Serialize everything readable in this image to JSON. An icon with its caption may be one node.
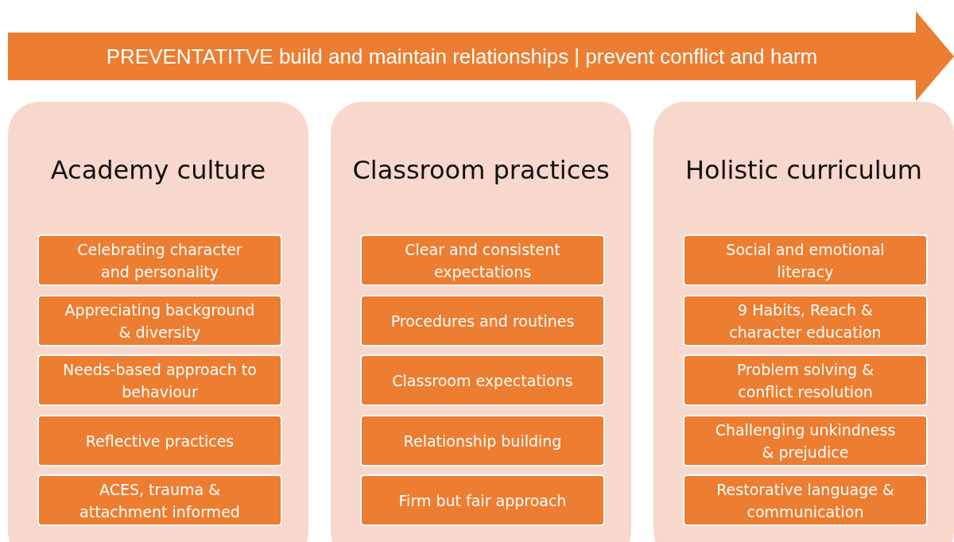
{
  "diagram": {
    "nodes": [
      {
        "text": [
          "PREVENTATITVE build and maintain relationships | prevent conflict and harm"
        ]
      },
      {
        "text": [
          "Academy culture"
        ]
      },
      {
        "text": [
          "Celebrating character and personality"
        ],
        "in": 1
      },
      {
        "text": [
          "Appreciating background & diversity"
        ],
        "in": 1
      },
      {
        "text": [
          "Needs-based approach to behaviour"
        ],
        "in": 1
      },
      {
        "text": [
          "Reflective practices"
        ],
        "in": 1
      },
      {
        "text": [
          "ACES, trauma & attachment informed"
        ],
        "in": 1
      },
      {
        "text": [
          "Classroom practices"
        ]
      },
      {
        "text": [
          "Clear and consistent expectations"
        ],
        "in": 7
      },
      {
        "text": [
          "Procedures and routines"
        ],
        "in": 7
      },
      {
        "text": [
          "Classroom expectations"
        ],
        "in": 7
      },
      {
        "text": [
          "Relationship building"
        ],
        "in": 7
      },
      {
        "text": [
          "Firm but fair approach"
        ],
        "in": 7
      },
      {
        "text": [
          "Holistic curriculum"
        ]
      },
      {
        "text": [
          "Social and emotional literacy"
        ],
        "in": 13
      },
      {
        "text": [
          "9 Habits, Reach & character education"
        ],
        "in": 13
      },
      {
        "text": [
          "Problem solving & conflict resolution"
        ],
        "in": 13
      },
      {
        "text": [
          "Challenging unkindness & prejudice"
        ],
        "in": 13
      },
      {
        "text": [
          "Restorative language & communication"
        ],
        "in": 13
      }
    ]
  }
}
